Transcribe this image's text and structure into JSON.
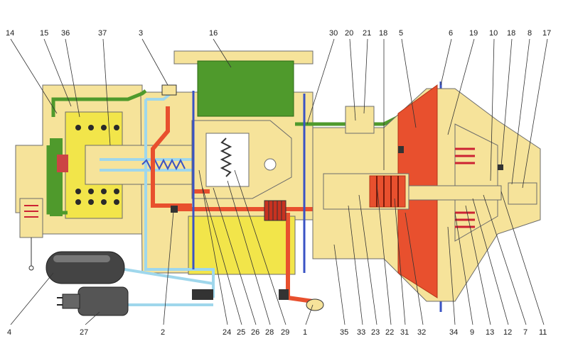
{
  "labels": {
    "top": [
      "14",
      "15",
      "36",
      "37",
      "3",
      "16",
      "30",
      "20",
      "21",
      "18",
      "5",
      "6",
      "19",
      "10",
      "18",
      "8",
      "17"
    ],
    "bottom": [
      "4",
      "27",
      "2",
      "24",
      "25",
      "26",
      "28",
      "29",
      "1",
      "35",
      "33",
      "23",
      "22",
      "31",
      "32",
      "34",
      "9",
      "13",
      "12",
      "7",
      "11"
    ]
  },
  "colors": {
    "housing": "#f6e39a",
    "chamber_yellow": "#f2e54a",
    "pipe_green": "#4f9a2c",
    "pipe_red": "#e8502e",
    "pipe_blue_light": "#9fd7ec",
    "wall_blue": "#3a53c4",
    "outline": "#6c6c6c"
  }
}
